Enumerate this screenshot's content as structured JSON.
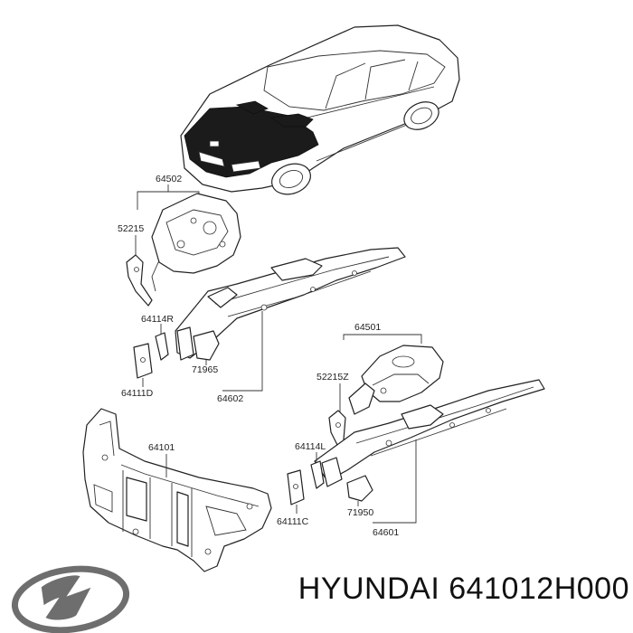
{
  "callouts": {
    "c64502": "64502",
    "c52215": "52215",
    "c64114R": "64114R",
    "c71965": "71965",
    "c64111D": "64111D",
    "c64602": "64602",
    "c64501": "64501",
    "c52215Z": "52215Z",
    "c64101": "64101",
    "c64114L": "64114L",
    "c71950": "71950",
    "c64111C": "64111C",
    "c64601": "64601"
  },
  "footer": {
    "brand": "HYUNDAI",
    "part_number": "641012H000"
  },
  "icons": {
    "logo": "hyundai-logo-icon"
  }
}
